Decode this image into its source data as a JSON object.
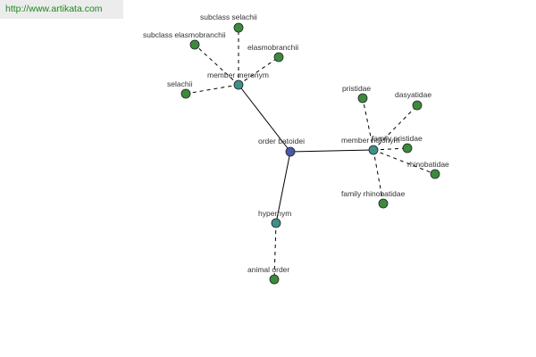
{
  "watermark": "http://www.artikata.com",
  "colors": {
    "root": "#4a58a8",
    "hub": "#3f8f8a",
    "leaf": "#3d8a3d",
    "solid_edge": "#000000",
    "dashed_edge": "#000000"
  },
  "nodes": {
    "root": {
      "label": "order batoidei"
    },
    "member_meronym": {
      "label": "member meronym"
    },
    "member_holonym": {
      "label": "member holonym"
    },
    "hypernym": {
      "label": "hypernym"
    },
    "subclass_selachii": {
      "label": "subclass selachii"
    },
    "subclass_elasmobranchii": {
      "label": "subclass elasmobranchii"
    },
    "elasmobranchii": {
      "label": "elasmobranchii"
    },
    "selachii": {
      "label": "selachii"
    },
    "pristidae": {
      "label": "pristidae"
    },
    "dasyatidae": {
      "label": "dasyatidae"
    },
    "family_pristidae": {
      "label": "family pristidae"
    },
    "rhinobatidae": {
      "label": "rhinobatidae"
    },
    "family_rhinobatidae": {
      "label": "family rhinobatidae"
    },
    "animal_order": {
      "label": "animal order"
    }
  }
}
